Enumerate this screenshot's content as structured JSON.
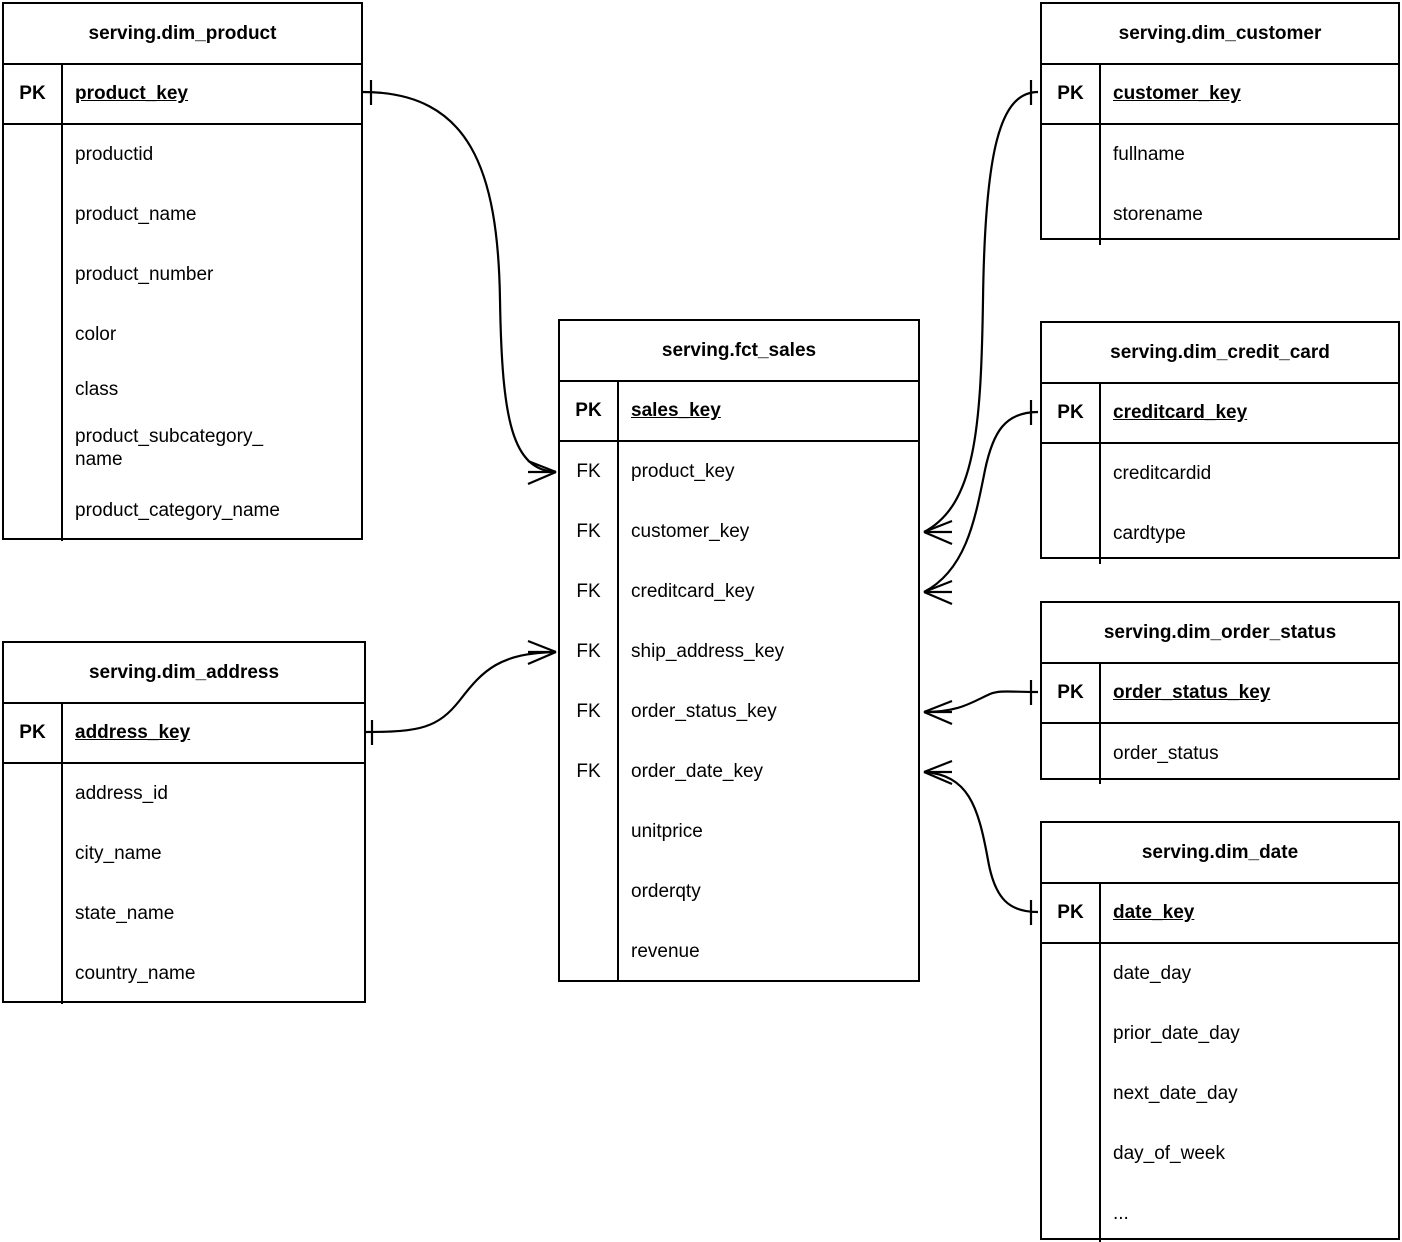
{
  "diagram": {
    "type": "entity-relationship-diagram",
    "notation": "crow's-foot",
    "background_color": "#ffffff",
    "line_color": "#000000",
    "text_color": "#000000"
  },
  "key_labels": {
    "pk": "PK",
    "fk": "FK"
  },
  "entities": [
    {
      "id": "dim_product",
      "title": "serving.dim_product",
      "keys": [
        {
          "tag": "PK",
          "name": "product_key"
        }
      ],
      "attributes": [
        "productid",
        "product_name",
        "product_number",
        "color",
        "class",
        "product_subcategory_\nname",
        "product_category_name"
      ]
    },
    {
      "id": "dim_address",
      "title": "serving.dim_address",
      "keys": [
        {
          "tag": "PK",
          "name": "address_key"
        }
      ],
      "attributes": [
        "address_id",
        "city_name",
        "state_name",
        "country_name"
      ]
    },
    {
      "id": "fct_sales",
      "title": "serving.fct_sales",
      "keys": [
        {
          "tag": "PK",
          "name": "sales_key"
        },
        {
          "tag": "FK",
          "name": "product_key"
        },
        {
          "tag": "FK",
          "name": "customer_key"
        },
        {
          "tag": "FK",
          "name": "creditcard_key"
        },
        {
          "tag": "FK",
          "name": "ship_address_key"
        },
        {
          "tag": "FK",
          "name": "order_status_key"
        },
        {
          "tag": "FK",
          "name": "order_date_key"
        }
      ],
      "attributes": [
        "unitprice",
        "orderqty",
        "revenue"
      ]
    },
    {
      "id": "dim_customer",
      "title": "serving.dim_customer",
      "keys": [
        {
          "tag": "PK",
          "name": "customer_key"
        }
      ],
      "attributes": [
        "fullname",
        "storename"
      ]
    },
    {
      "id": "dim_credit_card",
      "title": "serving.dim_credit_card",
      "keys": [
        {
          "tag": "PK",
          "name": "creditcard_key"
        }
      ],
      "attributes": [
        "creditcardid",
        "cardtype"
      ]
    },
    {
      "id": "dim_order_status",
      "title": "serving.dim_order_status",
      "keys": [
        {
          "tag": "PK",
          "name": "order_status_key"
        }
      ],
      "attributes": [
        "order_status"
      ]
    },
    {
      "id": "dim_date",
      "title": "serving.dim_date",
      "keys": [
        {
          "tag": "PK",
          "name": "date_key"
        }
      ],
      "attributes": [
        "date_day",
        "prior_date_day",
        "next_date_day",
        "day_of_week",
        "..."
      ]
    }
  ],
  "relationships": [
    {
      "id": "product-sales",
      "from_entity": "dim_product",
      "from_field": "product_key",
      "from_cardinality": "one",
      "to_entity": "fct_sales",
      "to_field": "product_key",
      "to_cardinality": "many"
    },
    {
      "id": "address-sales",
      "from_entity": "dim_address",
      "from_field": "address_key",
      "from_cardinality": "one",
      "to_entity": "fct_sales",
      "to_field": "ship_address_key",
      "to_cardinality": "many"
    },
    {
      "id": "customer-sales",
      "from_entity": "dim_customer",
      "from_field": "customer_key",
      "from_cardinality": "one",
      "to_entity": "fct_sales",
      "to_field": "customer_key",
      "to_cardinality": "many"
    },
    {
      "id": "creditcard-sales",
      "from_entity": "dim_credit_card",
      "from_field": "creditcard_key",
      "from_cardinality": "one",
      "to_entity": "fct_sales",
      "to_field": "creditcard_key",
      "to_cardinality": "many"
    },
    {
      "id": "orderstatus-sales",
      "from_entity": "dim_order_status",
      "from_field": "order_status_key",
      "from_cardinality": "one",
      "to_entity": "fct_sales",
      "to_field": "order_status_key",
      "to_cardinality": "many"
    },
    {
      "id": "date-sales",
      "from_entity": "dim_date",
      "from_field": "date_key",
      "from_cardinality": "one",
      "to_entity": "fct_sales",
      "to_field": "order_date_key",
      "to_cardinality": "many"
    }
  ]
}
